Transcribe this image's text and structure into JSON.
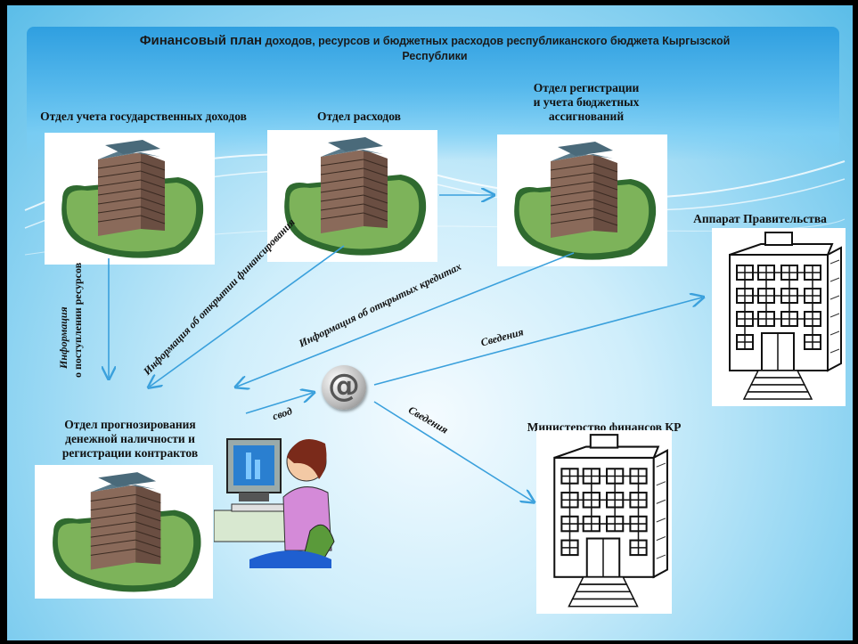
{
  "title": {
    "bold": "Финансовый план",
    "rest": "доходов, ресурсов и бюджетных расходов республиканского бюджета Кыргызской Республики"
  },
  "nodes": {
    "revenue_dept": "Отдел учета государственных доходов",
    "expense_dept": "Отдел расходов",
    "registration_dept_l1": "Отдел регистрации",
    "registration_dept_l2": "и учета бюджетных",
    "registration_dept_l3": "ассигнований",
    "government_office": "Аппарат Правительства",
    "forecast_dept_l1": "Отдел прогнозирования",
    "forecast_dept_l2": "денежной наличности и",
    "forecast_dept_l3": "регистрации контрактов",
    "ministry": "Министерство финансов КР"
  },
  "edges": {
    "info_resources_l1": "Информация",
    "info_resources_l2": "о поступлении ресурсов",
    "info_financing": "Информация об открытии финансирования",
    "info_credits": "Информация об открытых кредитах",
    "svod": "свод",
    "svedeniya_gov": "Сведения",
    "svedeniya_min": "Сведения"
  },
  "email_symbol": "@",
  "colors": {
    "arrow": "#3aa0dc",
    "banner": "#2f9fe0"
  }
}
